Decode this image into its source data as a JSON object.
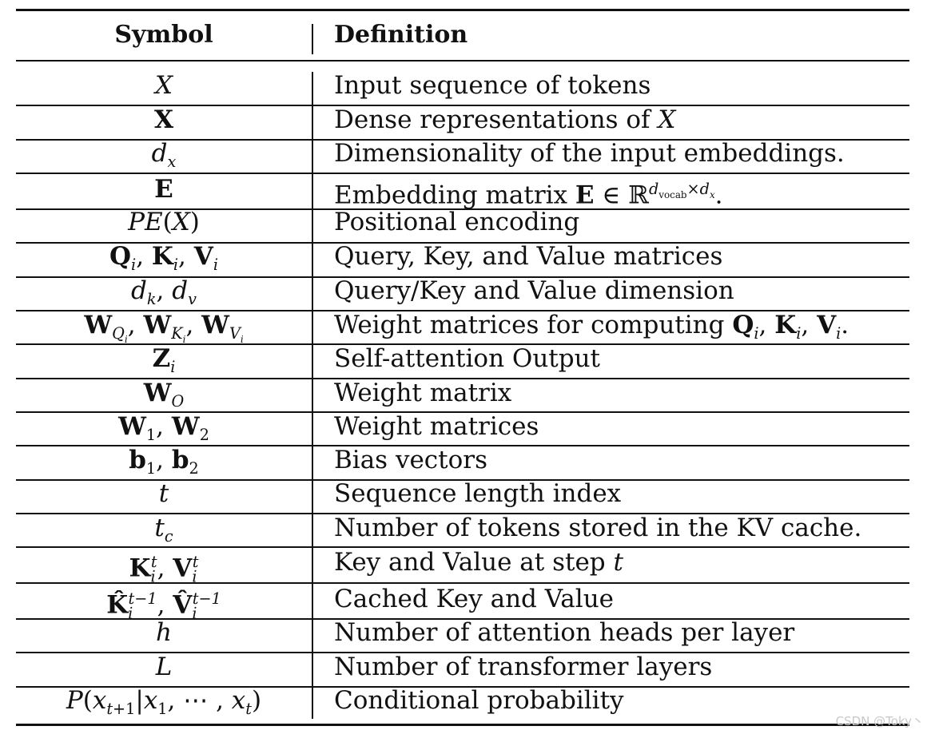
{
  "table": {
    "header": {
      "symbol": "Symbol",
      "definition": "Definition"
    },
    "rows": [
      {
        "symbol": "X",
        "definition": "Input sequence of tokens"
      },
      {
        "symbol": "X",
        "definition": "Dense representations of X"
      },
      {
        "symbol": "d_x",
        "definition": "Dimensionality of the input embeddings."
      },
      {
        "symbol": "E",
        "definition": "Embedding matrix E ∈ ℝ^(d_vocab × d_x)."
      },
      {
        "symbol": "PE(X)",
        "definition": "Positional encoding"
      },
      {
        "symbol": "Q_i, K_i, V_i",
        "definition": "Query, Key, and Value matrices"
      },
      {
        "symbol": "d_k, d_v",
        "definition": "Query/Key and Value dimension"
      },
      {
        "symbol": "W_{Q_i}, W_{K_i}, W_{V_i}",
        "definition": "Weight matrices for computing Q_i, K_i, V_i."
      },
      {
        "symbol": "Z_i",
        "definition": "Self-attention Output"
      },
      {
        "symbol": "W_O",
        "definition": "Weight matrix"
      },
      {
        "symbol": "W_1, W_2",
        "definition": "Weight matrices"
      },
      {
        "symbol": "b_1, b_2",
        "definition": "Bias vectors"
      },
      {
        "symbol": "t",
        "definition": "Sequence length index"
      },
      {
        "symbol": "t_c",
        "definition": "Number of tokens stored in the KV cache."
      },
      {
        "symbol": "K_i^t, V_i^t",
        "definition": "Key and Value at step t"
      },
      {
        "symbol": "K̂_i^{t−1}, V̂_i^{t−1}",
        "definition": "Cached Key and Value"
      },
      {
        "symbol": "h",
        "definition": "Number of attention heads per layer"
      },
      {
        "symbol": "L",
        "definition": "Number of transformer layers"
      },
      {
        "symbol": "P(x_{t+1}|x_1, ⋯, x_t)",
        "definition": "Conditional probability"
      }
    ]
  },
  "watermark": "CSDN @Toky丶"
}
